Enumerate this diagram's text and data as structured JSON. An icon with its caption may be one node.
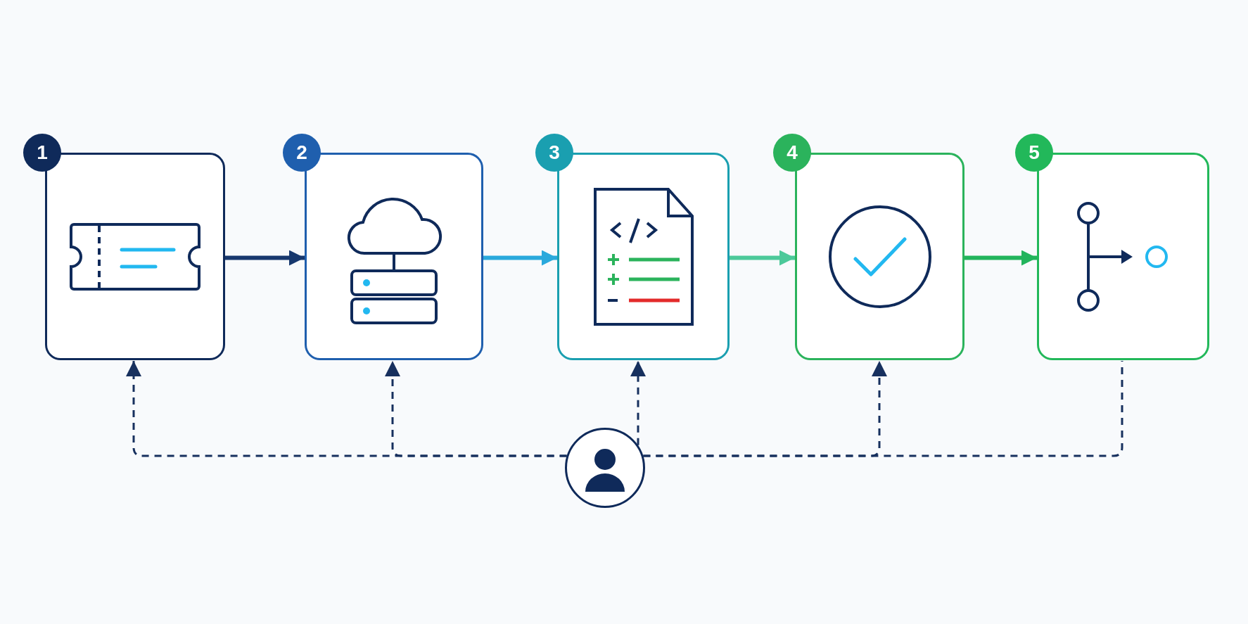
{
  "diagram": {
    "nodes": [
      {
        "text": [
          "1"
        ]
      },
      {
        "text": [
          "2"
        ]
      },
      {
        "text": [
          "3"
        ]
      },
      {
        "text": [
          "4"
        ]
      },
      {
        "text": [
          "5"
        ]
      },
      {
        "text": [],
        "shape": "person"
      }
    ],
    "edges": [
      {
        "from": 0,
        "to": 1,
        "arrow": "to",
        "style": "thick",
        "color": "#17386e"
      },
      {
        "from": 1,
        "to": 2,
        "arrow": "to",
        "style": "thick",
        "color": "#2aa9dc"
      },
      {
        "from": 2,
        "to": 3,
        "arrow": "to",
        "style": "thick",
        "color": "#4cc99a"
      },
      {
        "from": 3,
        "to": 4,
        "arrow": "to",
        "style": "thick",
        "color": "#22b45c"
      },
      {
        "from": 5,
        "to": 0,
        "arrow": "to",
        "style": "dashed"
      },
      {
        "from": 5,
        "to": 1,
        "arrow": "to",
        "style": "dashed"
      },
      {
        "from": 5,
        "to": 2,
        "arrow": "to",
        "style": "dashed"
      },
      {
        "from": 5,
        "to": 3,
        "arrow": "to",
        "style": "dashed"
      },
      {
        "from": 5,
        "to": 4,
        "arrow": "none",
        "style": "dashed"
      }
    ]
  }
}
